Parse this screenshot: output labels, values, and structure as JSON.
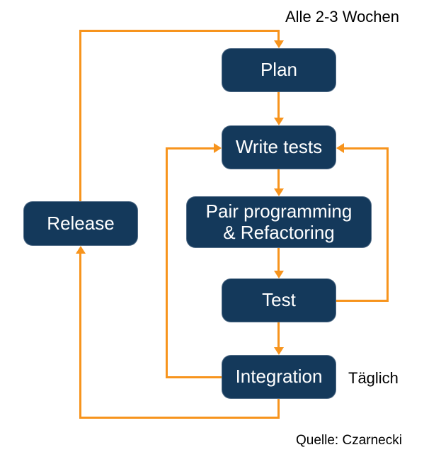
{
  "diagram": {
    "annotations": {
      "cycle": "Alle 2-3 Wochen",
      "daily": "Täglich",
      "source": "Quelle: Czarnecki"
    },
    "nodes": {
      "plan": {
        "label": "Plan"
      },
      "write_tests": {
        "label": "Write tests"
      },
      "pair": {
        "label_line1": "Pair programming",
        "label_line2": "& Refactoring"
      },
      "test": {
        "label": "Test"
      },
      "integration": {
        "label": "Integration"
      },
      "release": {
        "label": "Release"
      }
    },
    "edges": [
      {
        "from": "plan",
        "to": "write_tests"
      },
      {
        "from": "write_tests",
        "to": "pair"
      },
      {
        "from": "pair",
        "to": "test"
      },
      {
        "from": "test",
        "to": "integration"
      },
      {
        "from": "integration",
        "to": "write_tests",
        "via": "left-loop"
      },
      {
        "from": "test",
        "to": "write_tests",
        "via": "right-loop"
      },
      {
        "from": "integration",
        "to": "release",
        "via": "bottom-left"
      },
      {
        "from": "release",
        "to": "plan",
        "via": "top",
        "label": "Alle 2-3 Wochen"
      }
    ],
    "colors": {
      "node_fill": "#14395B",
      "node_text": "#FFFFFF",
      "arrow": "#F7941D",
      "background": "#FFFFFF",
      "annotation_text": "#000000"
    }
  }
}
